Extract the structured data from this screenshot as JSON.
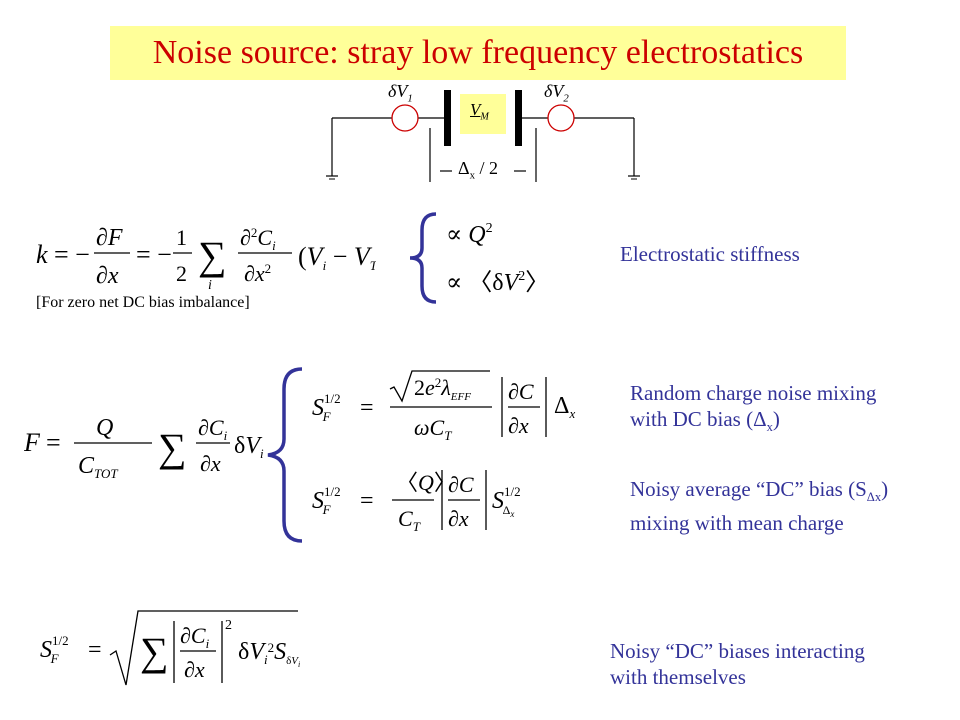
{
  "title": "Noise source: stray low frequency electrostatics",
  "circuit": {
    "v1_label": "δV",
    "v1_sub": "1",
    "v2_label": "δV",
    "v2_sub": "2",
    "vm_label": "V",
    "vm_sub": "M",
    "gap_label": "Δ",
    "gap_sub": "x",
    "gap_suffix": " / 2"
  },
  "descriptions": {
    "stiffness": "Electrostatic stiffness",
    "zero_bias_note": "[For zero net DC bias imbalance]",
    "random_charge_1": "Random charge noise mixing",
    "random_charge_2_prefix": "with DC bias (",
    "random_charge_2_sym": "Δ",
    "random_charge_2_sub": "x",
    "random_charge_2_suffix": ")",
    "noisy_avg_1_prefix": "Noisy average “DC” bias (S",
    "noisy_avg_1_sub": "Δx",
    "noisy_avg_1_suffix": ")",
    "noisy_avg_2": "mixing with mean charge",
    "noisy_dc_1": "Noisy “DC” biases interacting",
    "noisy_dc_2": "with themselves"
  },
  "colors": {
    "title_bg": "#ffff99",
    "title_text": "#cc0000",
    "desc_text": "#333399",
    "brace": "#333399",
    "electrode": "#000000",
    "mass_fill": "#ffff99",
    "source_circle": "#cc0000"
  }
}
